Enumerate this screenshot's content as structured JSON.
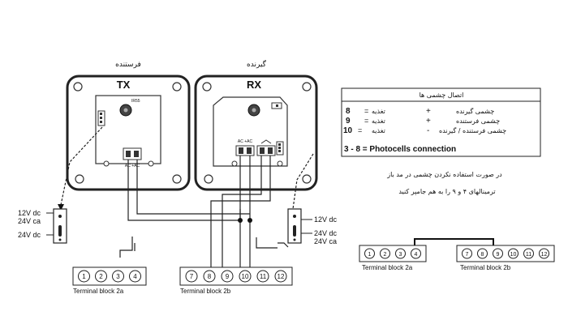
{
  "tx": {
    "label": "TX",
    "caption_fa": "فرستنده",
    "lens_label": "IR55"
  },
  "rx": {
    "label": "RX",
    "caption_fa": "گیرنده",
    "terminal_label": "AC +AC"
  },
  "tx_terminal_label": "AC +AC",
  "power_left": {
    "v1": "12V dc",
    "v2": "24V ca",
    "v3": "24V dc"
  },
  "power_right": {
    "v1": "12V dc",
    "v2": "24V dc",
    "v3": "24V ca"
  },
  "terminal_blocks": {
    "left": {
      "block_a": {
        "label": "Terminal block 2a",
        "terminals": [
          "1",
          "2",
          "3",
          "4"
        ]
      },
      "block_b": {
        "label": "Terminal block 2b",
        "terminals": [
          "7",
          "8",
          "9",
          "10",
          "11",
          "12"
        ]
      }
    },
    "right": {
      "block_a": {
        "label": "Terminal block 2a",
        "terminals": [
          "1",
          "2",
          "3",
          "4"
        ]
      },
      "block_b": {
        "label": "Terminal block 2b",
        "terminals": [
          "7",
          "8",
          "9",
          "10",
          "11",
          "12"
        ]
      }
    }
  },
  "info_box": {
    "title_fa": "اتصال چشمی ها",
    "rows": [
      {
        "num": "8",
        "eq": "=",
        "word_fa": "تغذیه",
        "sign": "+",
        "desc_fa": "چشمی گیرنده"
      },
      {
        "num": "9",
        "eq": "=",
        "word_fa": "تغذیه",
        "sign": "+",
        "desc_fa": "چشمی فرستنده"
      },
      {
        "num": "10",
        "eq": "=",
        "word_fa": "تغذیه",
        "sign": "-",
        "desc_fa": "چشمی فرستنده / گیرنده"
      }
    ],
    "connection_label": "3 - 8 = Photocells connection"
  },
  "note_fa": {
    "line1": "در صورت استفاده نکردن چشمی در مد باز",
    "line2": "ترمینالهای ۴ و ۹ را به هم جامپر کنید"
  }
}
